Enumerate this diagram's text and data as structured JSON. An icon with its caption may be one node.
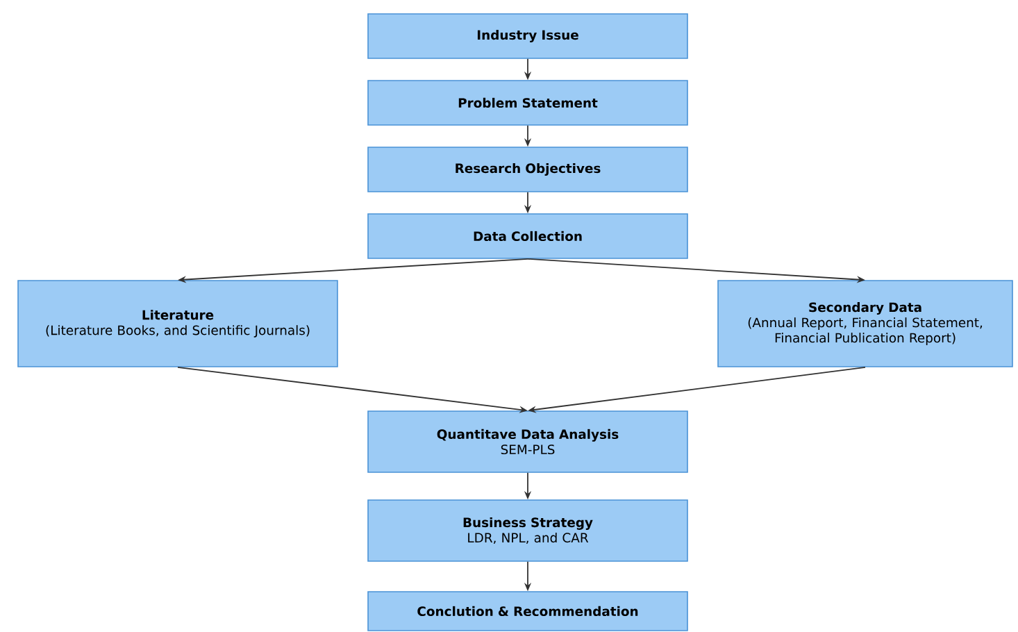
{
  "diagram": {
    "nodes": [
      {
        "text": [
          "Industry Issue"
        ]
      },
      {
        "text": [
          "Problem Statement"
        ]
      },
      {
        "text": [
          "Research Objectives"
        ]
      },
      {
        "text": [
          "Data Collection"
        ]
      },
      {
        "text": [
          "Literature",
          "(Literature Books, and Scientific Journals)"
        ]
      },
      {
        "text": [
          "Secondary Data",
          "(Annual Report, Financial Statement, Financial Publication Report)"
        ]
      },
      {
        "text": [
          "Quantitave Data Analysis",
          "SEM-PLS"
        ]
      },
      {
        "text": [
          "Business Strategy",
          "LDR, NPL, and CAR"
        ]
      },
      {
        "text": [
          "Conclution & Recommendation"
        ]
      }
    ],
    "edges": [
      {
        "from": 0,
        "to": 1,
        "arrow": "to"
      },
      {
        "from": 1,
        "to": 2,
        "arrow": "to"
      },
      {
        "from": 2,
        "to": 3,
        "arrow": "to"
      },
      {
        "from": 3,
        "to": 4,
        "arrow": "to"
      },
      {
        "from": 3,
        "to": 5,
        "arrow": "to"
      },
      {
        "from": 4,
        "to": 6,
        "arrow": "to"
      },
      {
        "from": 5,
        "to": 6,
        "arrow": "to"
      },
      {
        "from": 6,
        "to": 7,
        "arrow": "to"
      },
      {
        "from": 7,
        "to": 8,
        "arrow": "to"
      }
    ]
  }
}
